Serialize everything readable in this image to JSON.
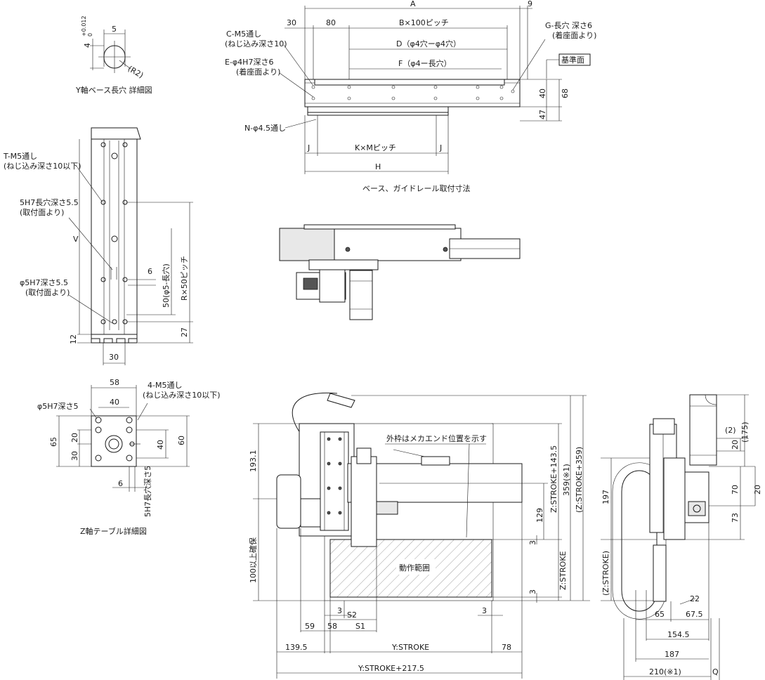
{
  "captions": {
    "y_slot": "Y軸ベース長穴 詳細図",
    "base_rail": "ベース、ガイドレール取付寸法",
    "z_table": "Z軸テーブル詳細図"
  },
  "y_slot": {
    "tol": "4",
    "tol_up": "+0.012",
    "tol_low": "0",
    "w": "5",
    "r": "(R2)"
  },
  "base": {
    "A": "A",
    "nine": "9",
    "d30": "30",
    "d80": "80",
    "B": "B×100ピッチ",
    "D": "D（φ4穴ーφ4穴）",
    "F": "F（φ4ー長穴）",
    "C_note1": "C-M5通し",
    "C_note2": "(ねじ込み深さ10)",
    "E_note1": "E-φ4H7深さ6",
    "E_note2": "(着座面より)",
    "G_note1": "G-長穴 深さ6",
    "G_note2": "(着座面より)",
    "ref": "基準面",
    "d40": "40",
    "d68": "68",
    "d47": "47",
    "N_note": "N-φ4.5通し",
    "J1": "J",
    "J2": "J",
    "KM": "K×Mピッチ",
    "H": "H"
  },
  "yaxis": {
    "T1": "T-M5通し",
    "T2": "(ねじ込み深さ10以下)",
    "S1": "5H7長穴深さ5.5",
    "S2": "(取付面より)",
    "P1": "φ5H7深さ5.5",
    "P2": "(取付面より)",
    "V": "V",
    "six": "6",
    "fifty": "50(φ5-長穴)",
    "R": "R×50ピッチ",
    "d27": "27",
    "d12": "12",
    "d30": "30"
  },
  "ztable": {
    "d58": "58",
    "d40": "40",
    "M1": "4-M5通し",
    "M2": "(ねじ込み深さ10以下)",
    "hole": "φ5H7深さ5",
    "d65": "65",
    "d20": "20",
    "d30": "30",
    "d40v": "40",
    "d60": "60",
    "six": "6",
    "slot": "5H7長穴深さ5"
  },
  "front": {
    "frame": "外枠はメカエンド位置を示す",
    "range": "動作範囲",
    "d193": "193.1",
    "secure": "100以上確保",
    "d129": "129",
    "zs143": "Z:STROKE+143.5",
    "z359a": "359(※1)",
    "z359b": "(Z:STROKE+359)",
    "d3a": "3",
    "zstroke": "Z:STROKE",
    "d3b": "3",
    "d3c": "3",
    "d3d": "3",
    "S2": "S2",
    "S1": "S1",
    "d59": "59",
    "d58": "58",
    "d139": "139.5",
    "ystroke": "Y:STROKE",
    "d78": "78",
    "ys217": "Y:STROKE+217.5"
  },
  "side": {
    "d2": "(2)",
    "d175": "(175)",
    "d20a": "20",
    "d70": "70",
    "d20b": "20",
    "d73": "73",
    "d197": "197",
    "zstroke": "(Z:STROKE)",
    "d22": "22",
    "d65": "65",
    "d675": "67.5",
    "d154": "154.5",
    "d187": "187",
    "d210": "210(※1)",
    "Q": "Q"
  }
}
